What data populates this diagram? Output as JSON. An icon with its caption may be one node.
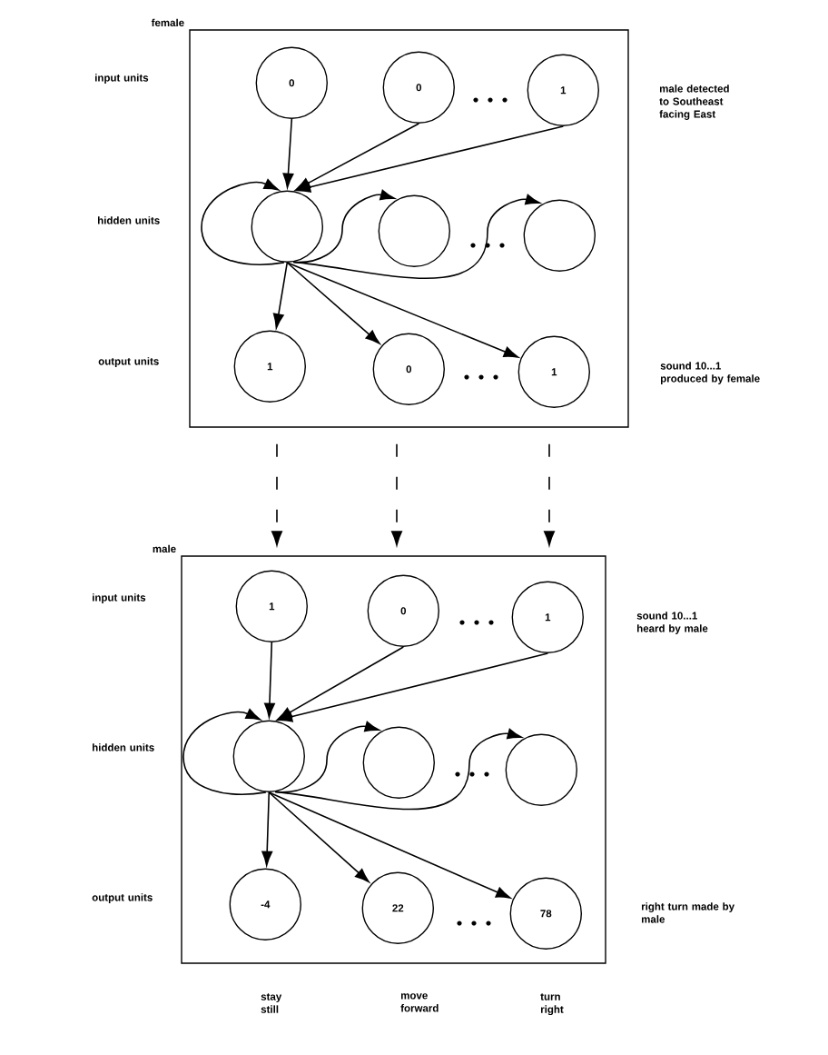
{
  "diagram": {
    "nodes": [
      {
        "text": [
          "female"
        ]
      },
      {
        "text": [
          "0"
        ],
        "in": 0
      },
      {
        "text": [
          "0"
        ],
        "in": 0
      },
      {
        "text": [
          "1"
        ],
        "in": 0
      },
      {
        "text": [],
        "shape": "circle",
        "in": 0
      },
      {
        "text": [],
        "shape": "circle",
        "in": 0
      },
      {
        "text": [],
        "shape": "circle",
        "in": 0
      },
      {
        "text": [
          "1"
        ],
        "in": 0
      },
      {
        "text": [
          "0"
        ],
        "in": 0
      },
      {
        "text": [
          "1"
        ],
        "in": 0
      },
      {
        "text": [
          "male"
        ]
      },
      {
        "text": [
          "1"
        ],
        "in": 10
      },
      {
        "text": [
          "0"
        ],
        "in": 10
      },
      {
        "text": [
          "1"
        ],
        "in": 10
      },
      {
        "text": [],
        "shape": "circle",
        "in": 10
      },
      {
        "text": [],
        "shape": "circle",
        "in": 10
      },
      {
        "text": [],
        "shape": "circle",
        "in": 10
      },
      {
        "text": [
          "-4"
        ],
        "in": 10
      },
      {
        "text": [
          "22"
        ],
        "in": 10
      },
      {
        "text": [
          "78"
        ],
        "in": 10
      }
    ],
    "edges": [
      {
        "from": 1,
        "to": 4,
        "arrow": "to"
      },
      {
        "from": 2,
        "to": 4,
        "arrow": "to"
      },
      {
        "from": 3,
        "to": 4,
        "arrow": "to"
      },
      {
        "from": 4,
        "to": 4,
        "arrow": "to"
      },
      {
        "from": 4,
        "to": 5,
        "arrow": "to"
      },
      {
        "from": 4,
        "to": 6,
        "arrow": "to"
      },
      {
        "from": 4,
        "to": 7,
        "arrow": "to"
      },
      {
        "from": 4,
        "to": 8,
        "arrow": "to"
      },
      {
        "from": 4,
        "to": 9,
        "arrow": "to"
      },
      {
        "from": 11,
        "to": 14,
        "arrow": "to"
      },
      {
        "from": 12,
        "to": 14,
        "arrow": "to"
      },
      {
        "from": 13,
        "to": 14,
        "arrow": "to"
      },
      {
        "from": 14,
        "to": 14,
        "arrow": "to"
      },
      {
        "from": 14,
        "to": 15,
        "arrow": "to"
      },
      {
        "from": 14,
        "to": 16,
        "arrow": "to"
      },
      {
        "from": 14,
        "to": 17,
        "arrow": "to"
      },
      {
        "from": 14,
        "to": 18,
        "arrow": "to"
      },
      {
        "from": 14,
        "to": 19,
        "arrow": "to"
      },
      {
        "from": 0,
        "to": 10,
        "arrow": "to",
        "style": "dashed"
      },
      {
        "from": 0,
        "to": 10,
        "arrow": "to",
        "style": "dashed"
      },
      {
        "from": 0,
        "to": 10,
        "arrow": "to",
        "style": "dashed"
      }
    ],
    "labels": [
      "input units",
      "male detected to Southeast facing East",
      "hidden units",
      "output units",
      "sound 10...1 produced by female",
      "input units",
      "sound 10...1 heard by male",
      "hidden units",
      "output units",
      "right turn made by male",
      "stay still",
      "move forward",
      "turn right"
    ]
  }
}
